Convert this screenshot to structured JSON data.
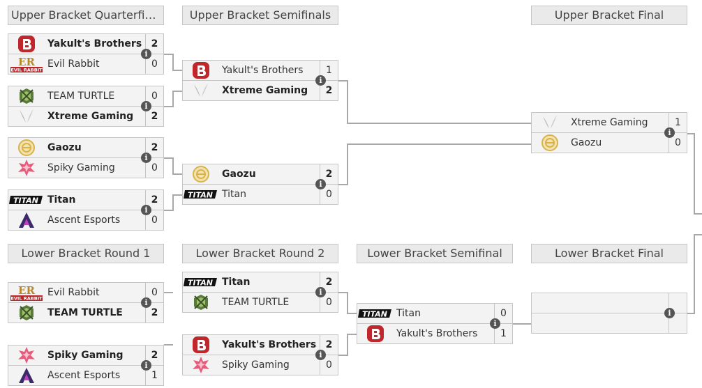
{
  "headers": {
    "ub_qf": "Upper Bracket Quarterfinals",
    "ub_sf": "Upper Bracket Semifinals",
    "ub_f": "Upper Bracket Final",
    "lb_r1": "Lower Bracket Round 1",
    "lb_r2": "Lower Bracket Round 2",
    "lb_sf": "Lower Bracket Semifinal",
    "lb_f": "Lower Bracket Final"
  },
  "info_glyph": "i",
  "matches": [
    {
      "id": "ubqf1",
      "rows": [
        {
          "team": "Yakult's Brothers",
          "logo": "yakult-logo",
          "score": "2",
          "win": true
        },
        {
          "team": "Evil Rabbit",
          "logo": "evil-rabbit-logo",
          "score": "0",
          "win": false
        }
      ]
    },
    {
      "id": "ubqf2",
      "rows": [
        {
          "team": "TEAM TURTLE",
          "logo": "team-turtle-logo",
          "score": "0",
          "win": false
        },
        {
          "team": "Xtreme Gaming",
          "logo": "xtreme-logo",
          "score": "2",
          "win": true
        }
      ]
    },
    {
      "id": "ubqf3",
      "rows": [
        {
          "team": "Gaozu",
          "logo": "gaozu-logo",
          "score": "2",
          "win": true
        },
        {
          "team": "Spiky Gaming",
          "logo": "spiky-logo",
          "score": "0",
          "win": false
        }
      ]
    },
    {
      "id": "ubqf4",
      "rows": [
        {
          "team": "Titan",
          "logo": "titan-logo",
          "score": "2",
          "win": true
        },
        {
          "team": "Ascent Esports",
          "logo": "ascent-logo",
          "score": "0",
          "win": false
        }
      ]
    },
    {
      "id": "ubsf1",
      "rows": [
        {
          "team": "Yakult's Brothers",
          "logo": "yakult-logo",
          "score": "1",
          "win": false
        },
        {
          "team": "Xtreme Gaming",
          "logo": "xtreme-logo",
          "score": "2",
          "win": true
        }
      ]
    },
    {
      "id": "ubsf2",
      "rows": [
        {
          "team": "Gaozu",
          "logo": "gaozu-logo",
          "score": "2",
          "win": true
        },
        {
          "team": "Titan",
          "logo": "titan-logo",
          "score": "0",
          "win": false
        }
      ]
    },
    {
      "id": "ubf",
      "rows": [
        {
          "team": "Xtreme Gaming",
          "logo": "xtreme-logo",
          "score": "1",
          "win": false
        },
        {
          "team": "Gaozu",
          "logo": "gaozu-logo",
          "score": "0",
          "win": false
        }
      ]
    },
    {
      "id": "lbr1a",
      "rows": [
        {
          "team": "Evil Rabbit",
          "logo": "evil-rabbit-logo",
          "score": "0",
          "win": false
        },
        {
          "team": "TEAM TURTLE",
          "logo": "team-turtle-logo",
          "score": "2",
          "win": true
        }
      ]
    },
    {
      "id": "lbr1b",
      "rows": [
        {
          "team": "Spiky Gaming",
          "logo": "spiky-logo",
          "score": "2",
          "win": true
        },
        {
          "team": "Ascent Esports",
          "logo": "ascent-logo",
          "score": "1",
          "win": false
        }
      ]
    },
    {
      "id": "lbr2a",
      "rows": [
        {
          "team": "Titan",
          "logo": "titan-logo",
          "score": "2",
          "win": true
        },
        {
          "team": "TEAM TURTLE",
          "logo": "team-turtle-logo",
          "score": "0",
          "win": false
        }
      ]
    },
    {
      "id": "lbr2b",
      "rows": [
        {
          "team": "Yakult's Brothers",
          "logo": "yakult-logo",
          "score": "2",
          "win": true
        },
        {
          "team": "Spiky Gaming",
          "logo": "spiky-logo",
          "score": "0",
          "win": false
        }
      ]
    },
    {
      "id": "lbsf",
      "rows": [
        {
          "team": "Titan",
          "logo": "titan-logo",
          "score": "0",
          "win": false
        },
        {
          "team": "Yakult's Brothers",
          "logo": "yakult-logo",
          "score": "1",
          "win": false
        }
      ]
    },
    {
      "id": "lbf",
      "rows": [
        {
          "team": "",
          "logo": "",
          "score": "",
          "win": false
        },
        {
          "team": "",
          "logo": "",
          "score": "",
          "win": false
        }
      ]
    }
  ],
  "logos": {
    "evil_rabbit_text": "ER",
    "evil_rabbit_sub": "EVIL RABBIT",
    "titan_text": "TITAN"
  },
  "colors": {
    "yakult": "#c0272d",
    "evil_rabbit": "#b8862a",
    "turtle": "#5a7a3a",
    "gaozu": "#d9b34a",
    "spiky": "#e85a7a",
    "ascent": "#3a2a6a"
  }
}
